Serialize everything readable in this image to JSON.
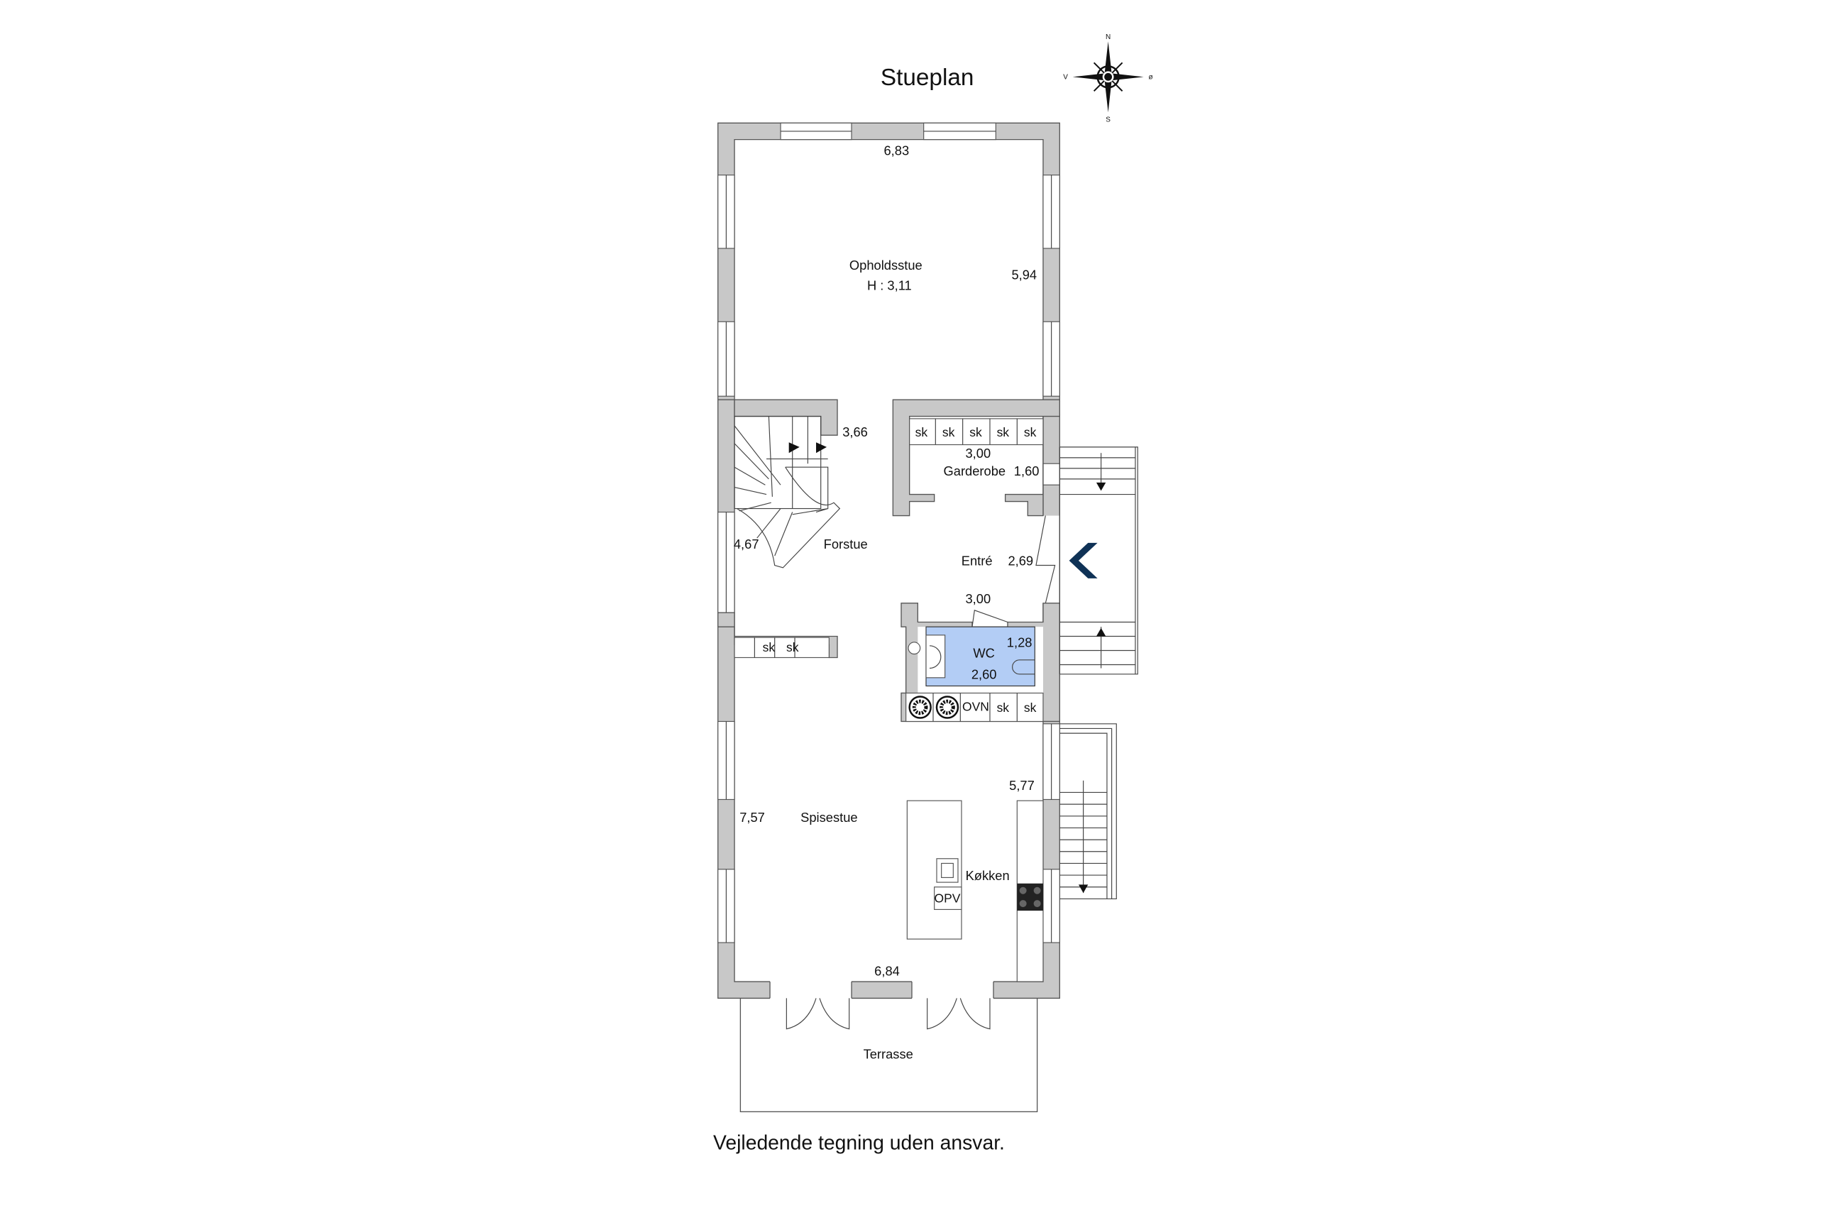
{
  "title": "Stueplan",
  "disclaimer": "Vejledende tegning uden ansvar.",
  "compass": {
    "n": "N",
    "s": "S",
    "v": "V",
    "o": "ø"
  },
  "colors": {
    "wc_fill": "#b3cdf5",
    "entry_arrow": "#0f3256",
    "wall": "#c8c8c8"
  },
  "rooms": {
    "opholdsstue": {
      "name": "Opholdsstue",
      "height": "H : 3,11",
      "width": "6,83",
      "depth": "5,94"
    },
    "forstue": {
      "name": "Forstue",
      "dim1": "3,66",
      "dim2": "4,67"
    },
    "garderobe": {
      "name": "Garderobe",
      "dim1": "3,00",
      "dim2": "1,60"
    },
    "entre": {
      "name": "Entré",
      "dim1": "2,69",
      "dim2": "3,00"
    },
    "wc": {
      "name": "WC",
      "dim1": "1,28",
      "dim2": "2,60"
    },
    "spisestue": {
      "name": "Spisestue",
      "dim1": "7,57",
      "dim2": "6,84"
    },
    "kokken": {
      "name": "Køkken",
      "dim1": "5,77"
    },
    "terrasse": {
      "name": "Terrasse"
    }
  },
  "fixtures": {
    "sk": "sk",
    "ovn": "OVN",
    "opv": "OPV"
  }
}
